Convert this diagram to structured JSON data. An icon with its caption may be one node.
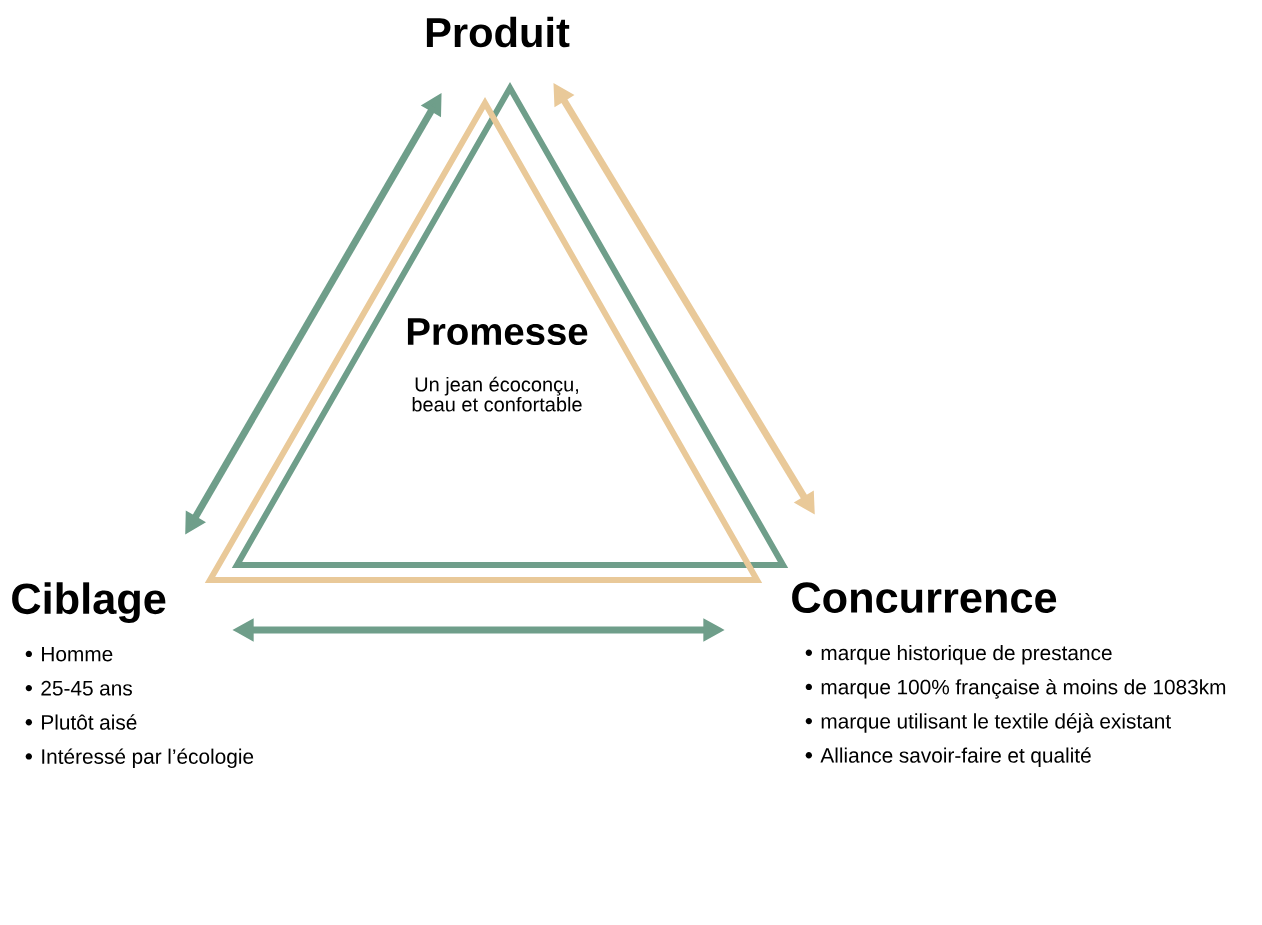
{
  "diagram": {
    "nodes": [
      {
        "text": [
          "Produit"
        ]
      },
      {
        "text": [
          "Ciblage",
          "Homme",
          "25-45 ans",
          "Plutôt aisé",
          "Intéressé par l’écologie"
        ]
      },
      {
        "text": [
          "Concurrence",
          "marque historique de prestance",
          "marque 100% française à moins de 1083km",
          "marque utilisant le textile déjà existant",
          "Alliance savoir-faire et qualité"
        ]
      },
      {
        "text": [
          "Promesse",
          "Un jean écoconçu, beau et confortable"
        ]
      }
    ],
    "edges": [
      {
        "from": 0,
        "to": 1,
        "arrow": "both"
      },
      {
        "from": 0,
        "to": 2,
        "arrow": "both",
        "color": "#e9c999"
      },
      {
        "from": 1,
        "to": 2,
        "arrow": "both"
      }
    ]
  }
}
